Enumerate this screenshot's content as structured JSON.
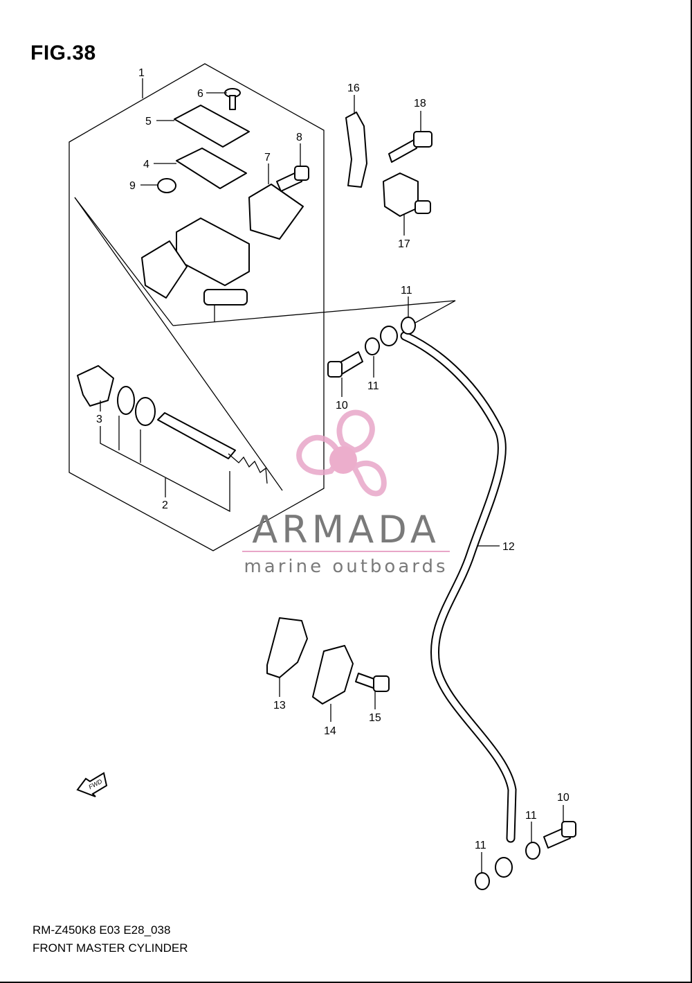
{
  "figure": {
    "title": "FIG.38",
    "model_code": "RM-Z450K8 E03 E28_038",
    "assembly_name": "FRONT MASTER CYLINDER"
  },
  "callouts": [
    "1",
    "2",
    "3",
    "4",
    "5",
    "6",
    "7",
    "8",
    "9",
    "10",
    "10",
    "11",
    "11",
    "11",
    "11",
    "11",
    "12",
    "13",
    "14",
    "15",
    "16",
    "17",
    "18"
  ],
  "watermark": {
    "brand": "ARMADA",
    "tagline": "marine outboards",
    "logo_color": "#e8a6c8",
    "logo_center_color": "#e9a0c4"
  },
  "direction_badge": "FWD"
}
